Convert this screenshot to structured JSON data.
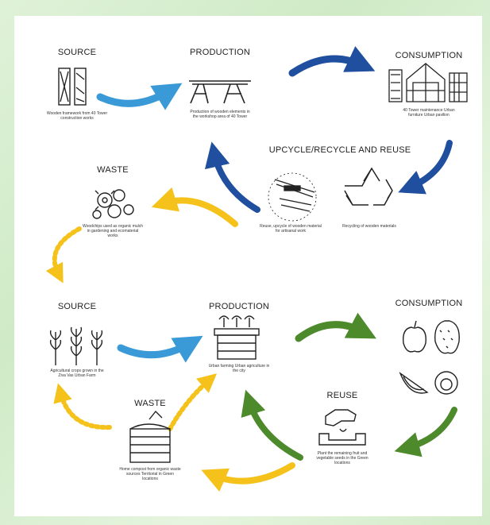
{
  "colors": {
    "background": "#d6eecd",
    "blue_arrow": "#3a9ad8",
    "navy_arrow": "#1f4f9e",
    "yellow_arrow": "#f4c21a",
    "green_arrow": "#4d8a2c",
    "ink": "#222222"
  },
  "wood_cycle": {
    "source": {
      "title": "SOURCE",
      "caption": "Wooden framework from 40 Tower construction works"
    },
    "production": {
      "title": "PRODUCTION",
      "caption": "Production of wooden elements in the workshop area of 40 Tower"
    },
    "consumption": {
      "title": "CONSUMPTION",
      "caption": "40 Tower maintenance Urban furniture Urban pavilion"
    },
    "upcycle": {
      "title": "UPCYCLE/RECYCLE AND REUSE",
      "caption_left": "Reuse, upcycle of wooden material for artisanal work",
      "caption_right": "Recycling of wooden materials"
    },
    "waste": {
      "title": "WASTE",
      "caption": "Woodchips used as organic mulch in gardening and ecomaterial works"
    }
  },
  "food_cycle": {
    "source": {
      "title": "SOURCE",
      "caption": "Agricultural crops grown in the Ziva Vas Urban Farm"
    },
    "production": {
      "title": "PRODUCTION",
      "caption": "Urban farming Urban agriculture in the city"
    },
    "consumption": {
      "title": "CONSUMPTION",
      "caption": ""
    },
    "reuse": {
      "title": "REUSE",
      "caption": "Plant the remaining fruit and vegetable seeds in the Green locations"
    },
    "waste": {
      "title": "WASTE",
      "caption": "Home compost from organic waste sources Territorial in Green locations"
    }
  }
}
